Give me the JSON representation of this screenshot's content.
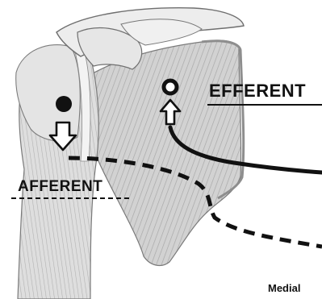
{
  "labels": {
    "efferent": "EFFERENT",
    "afferent": "AFFERENT",
    "side": "Medial"
  },
  "colors": {
    "ink": "#111111",
    "muscle_light": "#dcdcdc",
    "muscle_mid": "#b5b5b5",
    "muscle_dark": "#8a8a8a",
    "bone": "#ececec"
  },
  "markers": {
    "efferent_marker": "open-circle-icon",
    "afferent_marker": "filled-circle-icon",
    "efferent_arrow": "up-arrow-icon",
    "afferent_arrow": "down-arrow-icon"
  },
  "pathways": {
    "efferent_line_style": "solid",
    "afferent_line_style": "dashed"
  }
}
